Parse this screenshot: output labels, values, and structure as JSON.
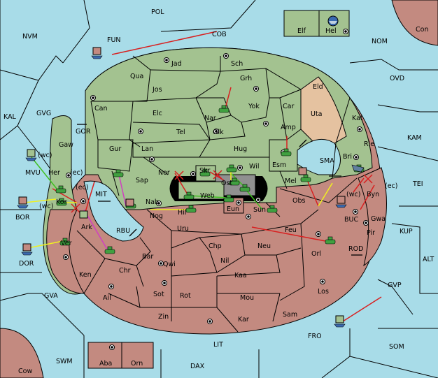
{
  "colors": {
    "sea": "#a8dce8",
    "green": "#a3c290",
    "red": "#c38a80",
    "tan": "#e5c2a0",
    "border": "#000000",
    "unit": "#40a040",
    "move_red": "#d82020",
    "move_green": "#40c020",
    "move_yellow": "#f0f020",
    "move_magenta": "#d040c0"
  },
  "icons": {
    "army": "tank-icon",
    "fleet": "ship-icon",
    "supply_center": "supply-center-icon",
    "dislodged": "x-mark-icon",
    "home_marker": "flag-icon"
  },
  "sea_labels": [
    {
      "id": "pol",
      "text": "POL"
    },
    {
      "id": "nvm",
      "text": "NVM"
    },
    {
      "id": "fun",
      "text": "FUN"
    },
    {
      "id": "cob",
      "text": "COB"
    },
    {
      "id": "nom",
      "text": "NOM"
    },
    {
      "id": "con",
      "text": "Con"
    },
    {
      "id": "ovd",
      "text": "OVD"
    },
    {
      "id": "kal",
      "text": "KAL"
    },
    {
      "id": "gvg",
      "text": "GVG"
    },
    {
      "id": "gor",
      "text": "GOR"
    },
    {
      "id": "mvu",
      "text": "MVU"
    },
    {
      "id": "bor",
      "text": "BOR"
    },
    {
      "id": "mit",
      "text": "MIT"
    },
    {
      "id": "rbu",
      "text": "RBU"
    },
    {
      "id": "dor",
      "text": "DOR"
    },
    {
      "id": "kam",
      "text": "KAM"
    },
    {
      "id": "sma",
      "text": "SMA"
    },
    {
      "id": "tei",
      "text": "TEI"
    },
    {
      "id": "buc",
      "text": "BUC"
    },
    {
      "id": "kup",
      "text": "KUP"
    },
    {
      "id": "rod",
      "text": "ROD"
    },
    {
      "id": "alt",
      "text": "ALT"
    },
    {
      "id": "gvp",
      "text": "GVP"
    },
    {
      "id": "gva",
      "text": "GVA"
    },
    {
      "id": "fro",
      "text": "FRO"
    },
    {
      "id": "som",
      "text": "SOM"
    },
    {
      "id": "lit",
      "text": "LIT"
    },
    {
      "id": "swm",
      "text": "SWM"
    },
    {
      "id": "dax",
      "text": "DAX"
    },
    {
      "id": "cow",
      "text": "Cow"
    }
  ],
  "land_labels": [
    {
      "id": "jad",
      "text": "Jad"
    },
    {
      "id": "sch",
      "text": "Sch"
    },
    {
      "id": "qua",
      "text": "Qua"
    },
    {
      "id": "jos",
      "text": "Jos"
    },
    {
      "id": "grh",
      "text": "Grh"
    },
    {
      "id": "eld",
      "text": "Eld"
    },
    {
      "id": "can",
      "text": "Can"
    },
    {
      "id": "elc",
      "text": "Elc"
    },
    {
      "id": "nar",
      "text": "Nar"
    },
    {
      "id": "yok",
      "text": "Yok"
    },
    {
      "id": "car",
      "text": "Car"
    },
    {
      "id": "uta",
      "text": "Uta"
    },
    {
      "id": "kat",
      "text": "Kat"
    },
    {
      "id": "tel",
      "text": "Tel"
    },
    {
      "id": "olk",
      "text": "Olk"
    },
    {
      "id": "amp",
      "text": "Amp"
    },
    {
      "id": "gaw",
      "text": "Gaw"
    },
    {
      "id": "gur",
      "text": "Gur"
    },
    {
      "id": "lan",
      "text": "Lan"
    },
    {
      "id": "hug",
      "text": "Hug"
    },
    {
      "id": "rie",
      "text": "Rie"
    },
    {
      "id": "bri",
      "text": "Bri"
    },
    {
      "id": "esm",
      "text": "Esm"
    },
    {
      "id": "her",
      "text": "Her"
    },
    {
      "id": "nor",
      "text": "Nor"
    },
    {
      "id": "skr",
      "text": "Skr"
    },
    {
      "id": "wil",
      "text": "Wil"
    },
    {
      "id": "ost",
      "text": "Ost"
    },
    {
      "id": "mel",
      "text": "Mel"
    },
    {
      "id": "sap",
      "text": "Sap"
    },
    {
      "id": "web",
      "text": "Web"
    },
    {
      "id": "byn",
      "text": "Byn"
    },
    {
      "id": "kor",
      "text": "Kor"
    },
    {
      "id": "nab",
      "text": "Nab"
    },
    {
      "id": "obs",
      "text": "Obs"
    },
    {
      "id": "hil",
      "text": "Hil"
    },
    {
      "id": "eun",
      "text": "Eun"
    },
    {
      "id": "sun",
      "text": "Sun"
    },
    {
      "id": "gwa",
      "text": "Gwa"
    },
    {
      "id": "nog",
      "text": "Nog"
    },
    {
      "id": "ark",
      "text": "Ark"
    },
    {
      "id": "pir",
      "text": "Pir"
    },
    {
      "id": "uru",
      "text": "Uru"
    },
    {
      "id": "feu",
      "text": "Feu"
    },
    {
      "id": "orl",
      "text": "Orl"
    },
    {
      "id": "ver",
      "text": "Ver"
    },
    {
      "id": "chp",
      "text": "Chp"
    },
    {
      "id": "neu",
      "text": "Neu"
    },
    {
      "id": "bar",
      "text": "Bar"
    },
    {
      "id": "qwi",
      "text": "Qwi"
    },
    {
      "id": "nil",
      "text": "Nil"
    },
    {
      "id": "ken",
      "text": "Ken"
    },
    {
      "id": "chr",
      "text": "Chr"
    },
    {
      "id": "kaa",
      "text": "Kaa"
    },
    {
      "id": "los",
      "text": "Los"
    },
    {
      "id": "ail",
      "text": "Ail"
    },
    {
      "id": "sot",
      "text": "Sot"
    },
    {
      "id": "rot",
      "text": "Rot"
    },
    {
      "id": "mou",
      "text": "Mou"
    },
    {
      "id": "sam",
      "text": "Sam"
    },
    {
      "id": "zin",
      "text": "Zin"
    },
    {
      "id": "kar",
      "text": "Kar"
    },
    {
      "id": "elf",
      "text": "Elf"
    },
    {
      "id": "hel",
      "text": "Hel"
    },
    {
      "id": "aba",
      "text": "Aba"
    },
    {
      "id": "orn",
      "text": "Orn"
    }
  ],
  "coast_labels": [
    {
      "id": "her_wc",
      "text": "(wc)"
    },
    {
      "id": "her_ec",
      "text": "(ec)"
    },
    {
      "id": "kor_wc",
      "text": "(wc)"
    },
    {
      "id": "kor_ec",
      "text": "(ec)"
    },
    {
      "id": "byn_wc",
      "text": "(wc)"
    },
    {
      "id": "byn_ec",
      "text": "(ec)"
    }
  ]
}
